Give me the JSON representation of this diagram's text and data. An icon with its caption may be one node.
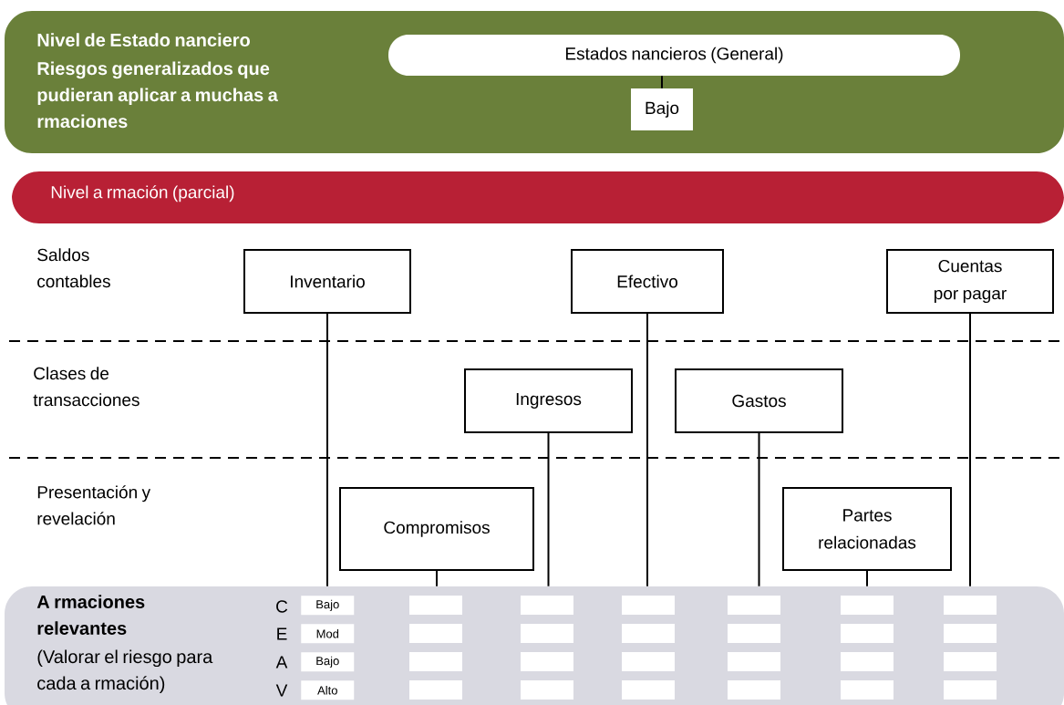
{
  "diagram": {
    "nodes": [
      {
        "text": [
          "Nivel de Estado nanciero",
          "Riesgos generalizados que pudieran aplicar a muchas a rmaciones"
        ]
      },
      {
        "text": [
          "Estados nancieros (General)"
        ],
        "in": 0
      },
      {
        "text": [
          "Bajo"
        ],
        "in": 0
      },
      {
        "text": [
          "Nivel a rmación (parcial)"
        ]
      },
      {
        "text": [
          "Inventario"
        ]
      },
      {
        "text": [
          "Efectivo"
        ]
      },
      {
        "text": [
          "Cuentas por pagar"
        ]
      },
      {
        "text": [
          "Ingresos"
        ]
      },
      {
        "text": [
          "Gastos"
        ]
      },
      {
        "text": [
          "Compromisos"
        ]
      },
      {
        "text": [
          "Partes relacionadas"
        ]
      },
      {
        "text": [
          "A rmaciones relevantes",
          "(Valorar el riesgo para cada a rmación)"
        ]
      }
    ],
    "edges": [
      {
        "from": 1,
        "to": 2,
        "arrow": "none"
      },
      {
        "from": 4,
        "to": 11,
        "arrow": "none"
      },
      {
        "from": 9,
        "to": 11,
        "arrow": "none"
      },
      {
        "from": 7,
        "to": 11,
        "arrow": "none"
      },
      {
        "from": 5,
        "to": 11,
        "arrow": "none"
      },
      {
        "from": 8,
        "to": 11,
        "arrow": "none"
      },
      {
        "from": 10,
        "to": 11,
        "arrow": "none"
      },
      {
        "from": 6,
        "to": 11,
        "arrow": "none"
      }
    ],
    "labels": [
      "Saldos contables",
      "Clases de transacciones",
      "Presentación y revelación",
      "C",
      "Bajo",
      "E",
      "Mod",
      "A",
      "Bajo",
      "V",
      "Alto"
    ]
  }
}
